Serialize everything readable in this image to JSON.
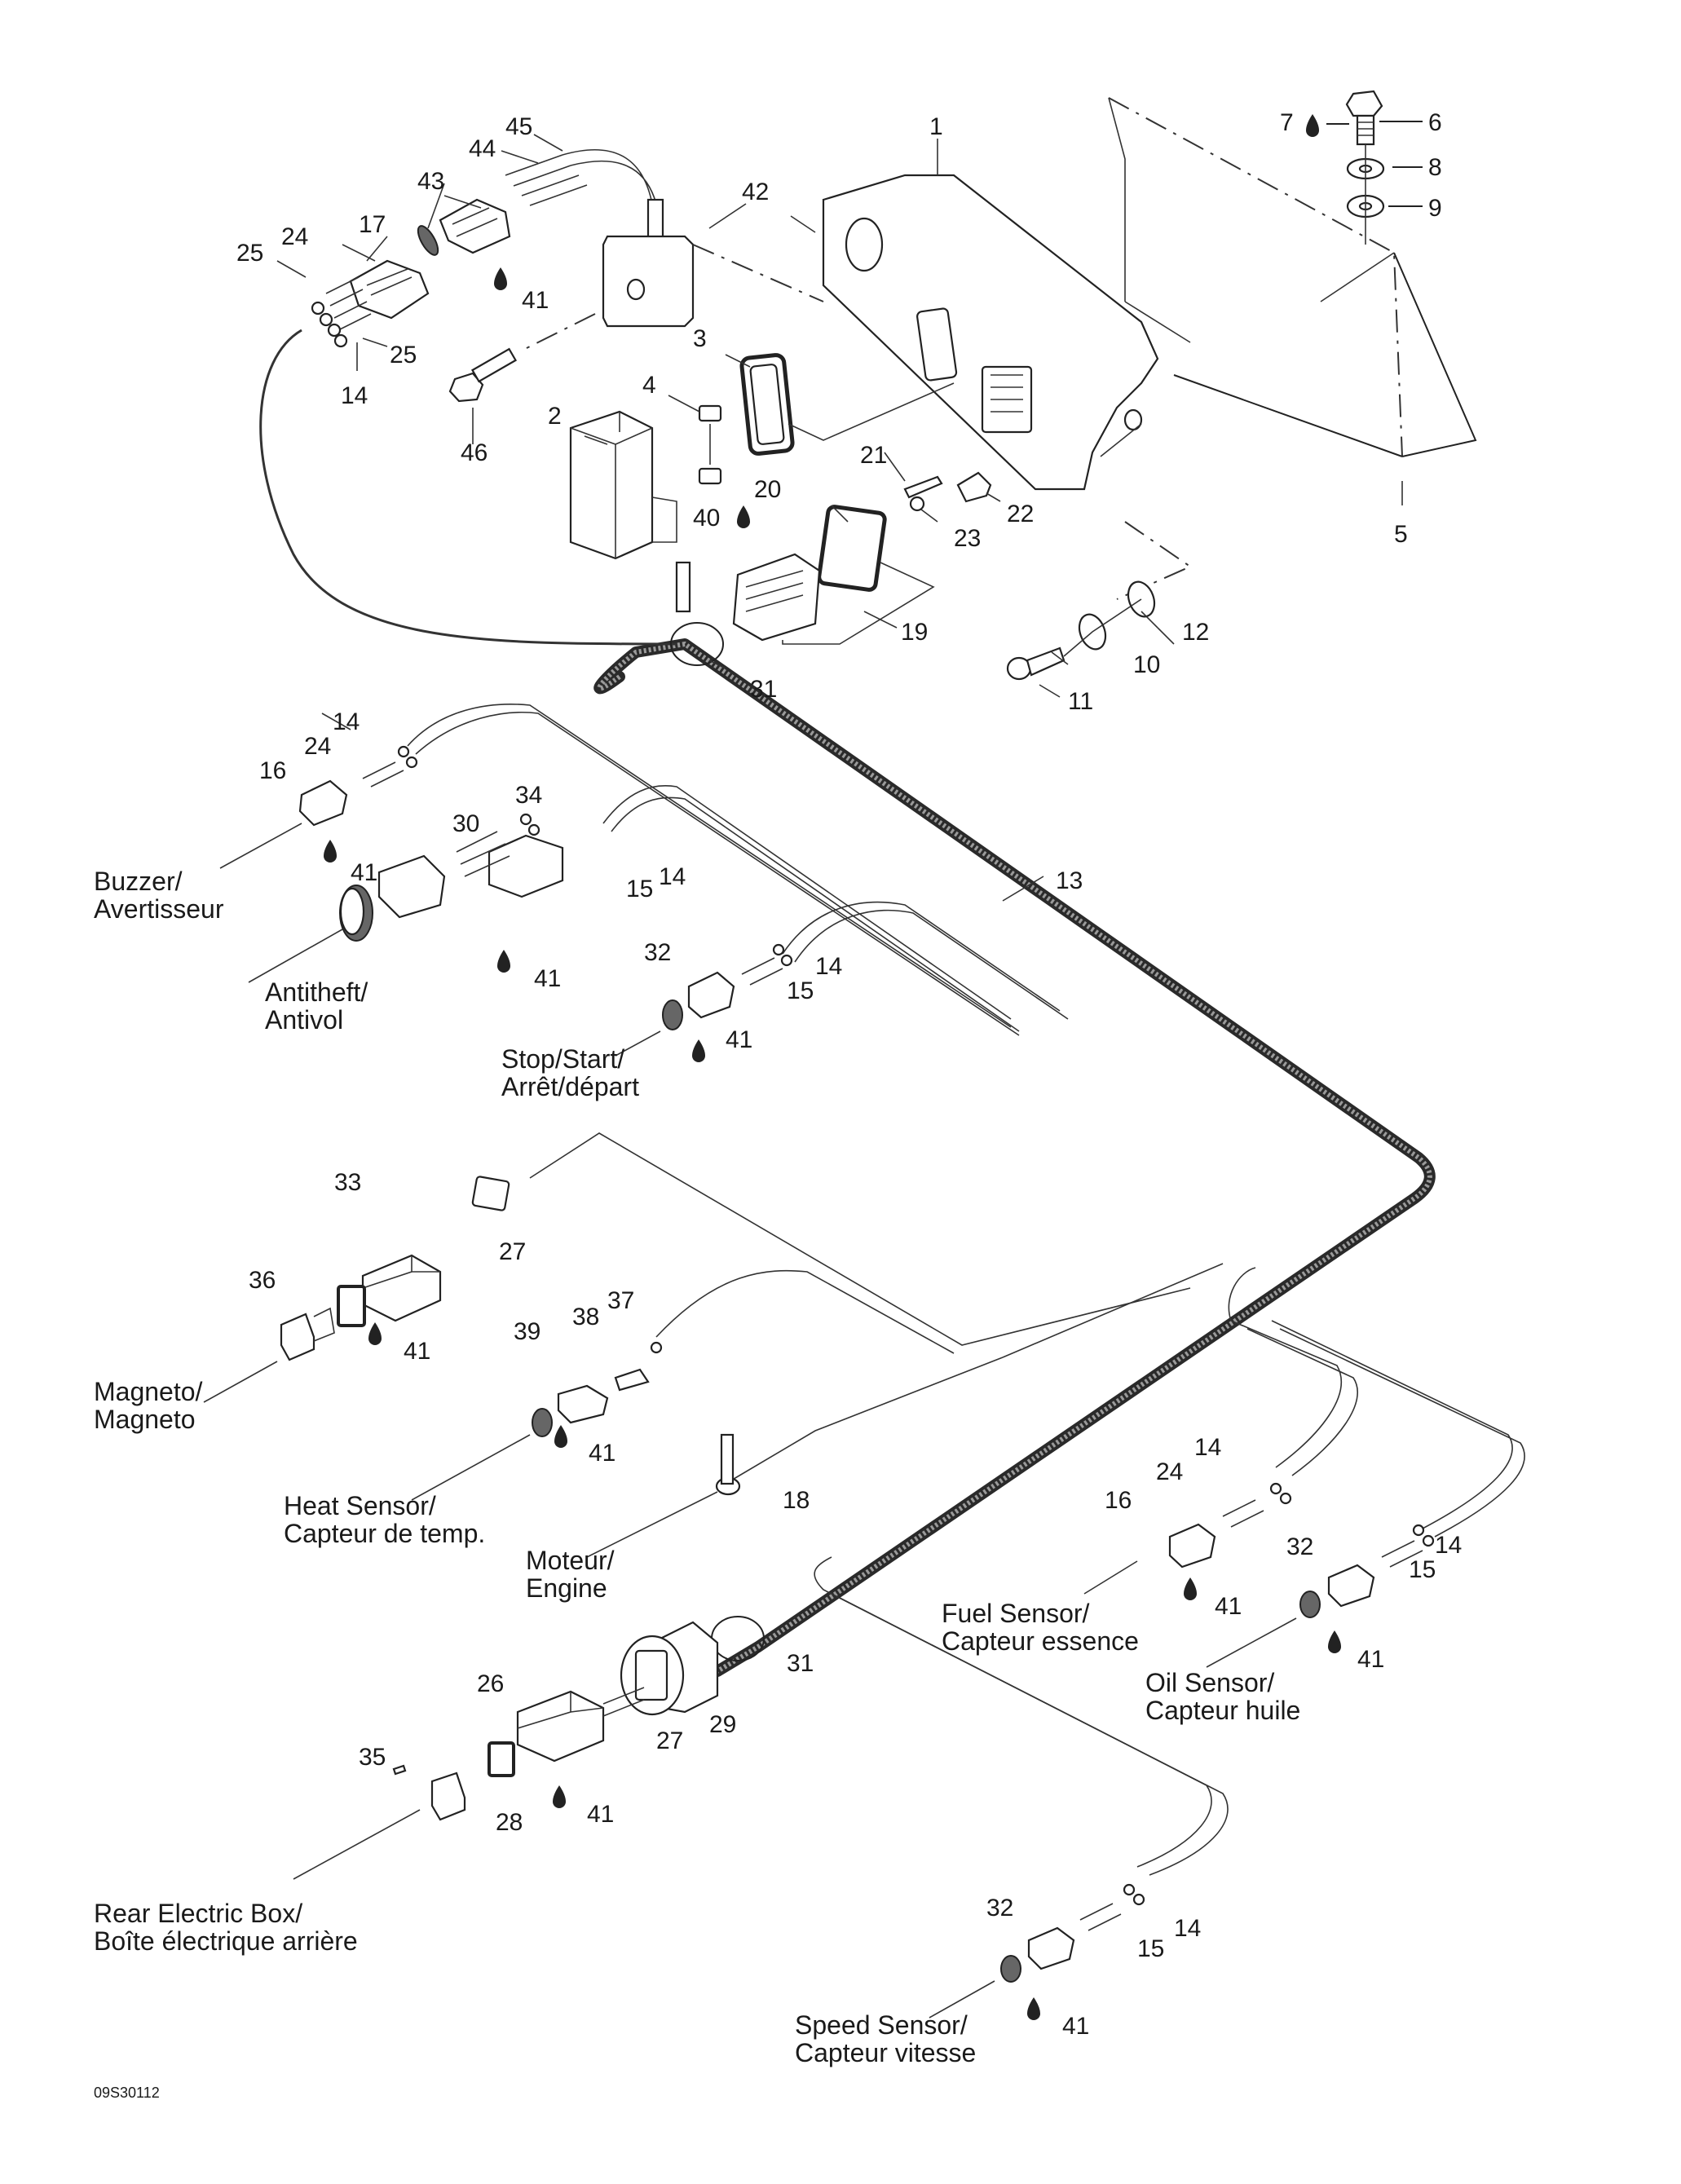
{
  "figure": {
    "code": "09S30112",
    "callouts": [
      {
        "id": "c1",
        "text": "1"
      },
      {
        "id": "c2",
        "text": "2"
      },
      {
        "id": "c3",
        "text": "3"
      },
      {
        "id": "c4",
        "text": "4"
      },
      {
        "id": "c5",
        "text": "5"
      },
      {
        "id": "c6",
        "text": "6"
      },
      {
        "id": "c7",
        "text": "7"
      },
      {
        "id": "c8",
        "text": "8"
      },
      {
        "id": "c9",
        "text": "9"
      },
      {
        "id": "c10",
        "text": "10"
      },
      {
        "id": "c11",
        "text": "11"
      },
      {
        "id": "c12",
        "text": "12"
      },
      {
        "id": "c13",
        "text": "13"
      },
      {
        "id": "c14",
        "text": "14"
      },
      {
        "id": "c15",
        "text": "15"
      },
      {
        "id": "c16",
        "text": "16"
      },
      {
        "id": "c17",
        "text": "17"
      },
      {
        "id": "c18",
        "text": "18"
      },
      {
        "id": "c19",
        "text": "19"
      },
      {
        "id": "c20",
        "text": "20"
      },
      {
        "id": "c21",
        "text": "21"
      },
      {
        "id": "c22",
        "text": "22"
      },
      {
        "id": "c23",
        "text": "23"
      },
      {
        "id": "c24",
        "text": "24"
      },
      {
        "id": "c25",
        "text": "25"
      },
      {
        "id": "c26",
        "text": "26"
      },
      {
        "id": "c27",
        "text": "27"
      },
      {
        "id": "c28",
        "text": "28"
      },
      {
        "id": "c29",
        "text": "29"
      },
      {
        "id": "c30",
        "text": "30"
      },
      {
        "id": "c31",
        "text": "31"
      },
      {
        "id": "c32",
        "text": "32"
      },
      {
        "id": "c33",
        "text": "33"
      },
      {
        "id": "c34",
        "text": "34"
      },
      {
        "id": "c35",
        "text": "35"
      },
      {
        "id": "c36",
        "text": "36"
      },
      {
        "id": "c37",
        "text": "37"
      },
      {
        "id": "c38",
        "text": "38"
      },
      {
        "id": "c39",
        "text": "39"
      },
      {
        "id": "c40",
        "text": "40"
      },
      {
        "id": "c41",
        "text": "41"
      },
      {
        "id": "c42",
        "text": "42"
      },
      {
        "id": "c43",
        "text": "43"
      },
      {
        "id": "c44",
        "text": "44"
      },
      {
        "id": "c45",
        "text": "45"
      },
      {
        "id": "c46",
        "text": "46"
      }
    ],
    "destinations": {
      "buzzer": [
        "Buzzer/",
        "Avertisseur"
      ],
      "antitheft": [
        "Antitheft/",
        "Antivol"
      ],
      "stop_start": [
        "Stop/Start/",
        "Arrêt/départ"
      ],
      "magneto": [
        "Magneto/",
        "Magneto"
      ],
      "heat_sensor": [
        "Heat Sensor/",
        "Capteur de temp."
      ],
      "engine": [
        "Moteur/",
        "Engine"
      ],
      "fuel_sensor": [
        "Fuel Sensor/",
        "Capteur essence"
      ],
      "oil_sensor": [
        "Oil Sensor/",
        "Capteur huile"
      ],
      "rear_box": [
        "Rear Electric Box/",
        "Boîte électrique arrière"
      ],
      "speed_sensor": [
        "Speed Sensor/",
        "Capteur vitesse"
      ]
    },
    "labels": {
      "l1": "1",
      "l2": "2",
      "l3": "3",
      "l4": "4",
      "l5": "5",
      "l6": "6",
      "l7": "7",
      "l8": "8",
      "l9": "9",
      "l10": "10",
      "l11": "11",
      "l12": "12",
      "l13": "13",
      "l17": "17",
      "l18": "18",
      "l19": "19",
      "l20": "20",
      "l21": "21",
      "l22": "22",
      "l23": "23",
      "l29": "29",
      "l30": "30",
      "l31": "31",
      "l34": "34",
      "l35": "35",
      "l36": "36",
      "l37": "37",
      "l38": "38",
      "l39": "39",
      "l40": "40",
      "l42": "42",
      "l43": "43",
      "l44": "44",
      "l45": "45",
      "l46": "46",
      "n14": "14",
      "n15": "15",
      "n16": "16",
      "n24": "24",
      "n25": "25",
      "n26": "26",
      "n27": "27",
      "n28": "28",
      "n32": "32",
      "n33": "33",
      "n41": "41"
    }
  }
}
